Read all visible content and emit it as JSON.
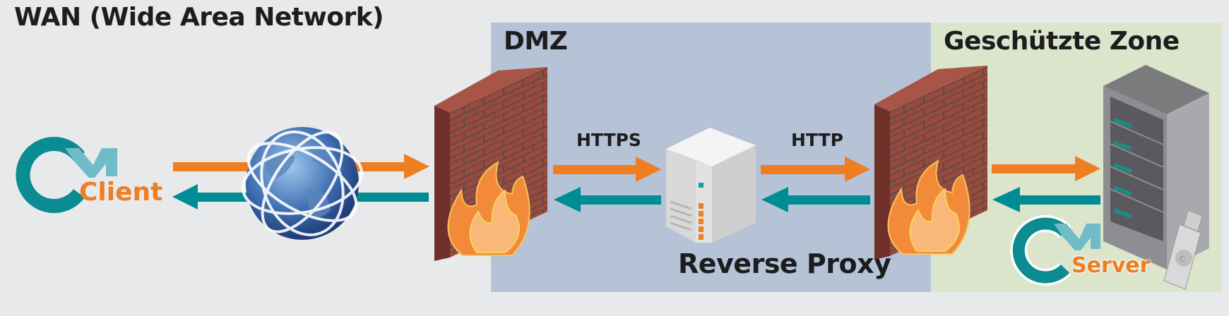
{
  "zones": {
    "wan": {
      "title": "WAN (Wide Area Network)"
    },
    "dmz": {
      "title": "DMZ"
    },
    "protected": {
      "title": "Geschützte Zone"
    }
  },
  "protocols": {
    "outer": "HTTPS",
    "inner": "HTTP"
  },
  "nodes": {
    "client": {
      "label": "Client",
      "icon": "cm-logo-icon"
    },
    "internet": {
      "icon": "globe-icon"
    },
    "firewall_outer": {
      "icon": "firewall-icon"
    },
    "reverse_proxy": {
      "label": "Reverse Proxy",
      "icon": "server-icon"
    },
    "firewall_inner": {
      "icon": "firewall-icon"
    },
    "server": {
      "label": "Server",
      "icon": "server-rack-icon",
      "dongle_icon": "usb-dongle-icon"
    }
  },
  "colors": {
    "request_arrow": "#ef7d22",
    "response_arrow": "#008c95",
    "dmz_bg": "#b6c3d6",
    "protected_bg": "#dbe5cc",
    "page_bg": "#e8e9eb",
    "logo_teal": "#0b8c93",
    "logo_light": "#6fbcc6"
  }
}
